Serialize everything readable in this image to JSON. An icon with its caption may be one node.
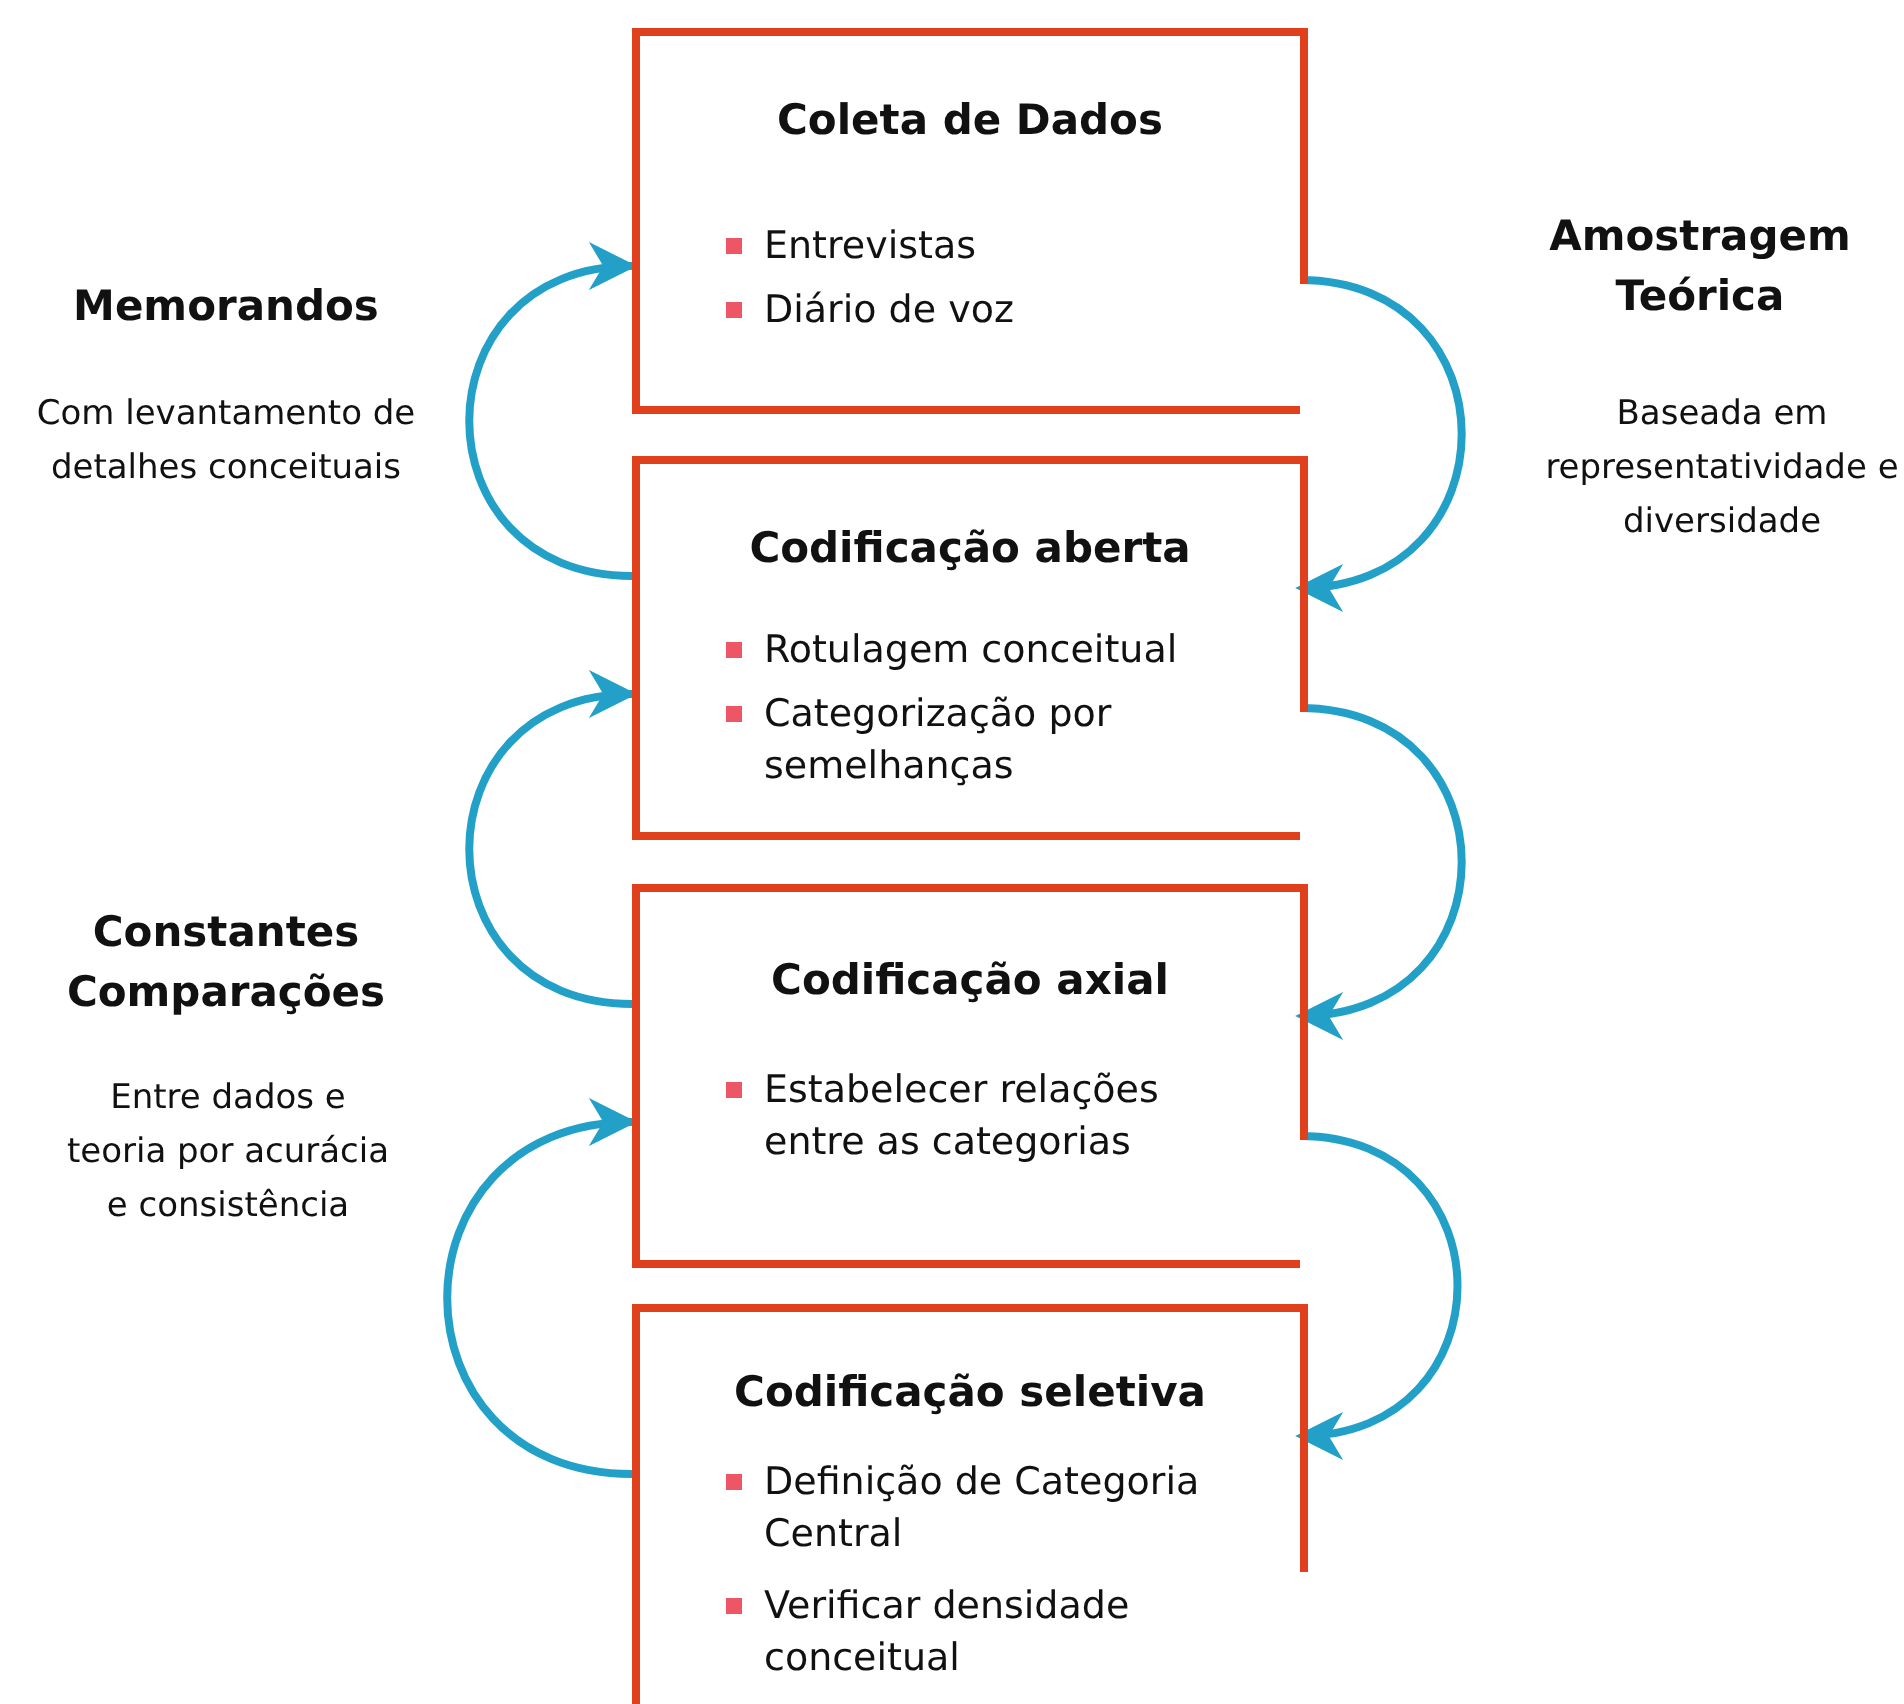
{
  "diagram": {
    "nodes": [
      {
        "text": [
          "Coleta de Dados",
          "Entrevistas",
          "Diário de voz"
        ]
      },
      {
        "text": [
          "Codificação aberta",
          "Rotulagem conceitual",
          "Categorização por semelhanças"
        ]
      },
      {
        "text": [
          "Codificação axial",
          "Estabelecer relações entre as categorias"
        ]
      },
      {
        "text": [
          "Codificação seletiva",
          "Definição de Categoria Central",
          "Verificar densidade conceitual"
        ]
      }
    ],
    "edges": [
      {
        "from": 1,
        "to": 0,
        "arrow": "to"
      },
      {
        "from": 0,
        "to": 1,
        "arrow": "to"
      },
      {
        "from": 2,
        "to": 1,
        "arrow": "to"
      },
      {
        "from": 1,
        "to": 2,
        "arrow": "to"
      },
      {
        "from": 3,
        "to": 2,
        "arrow": "to"
      },
      {
        "from": 2,
        "to": 3,
        "arrow": "to"
      }
    ],
    "labels": [
      "Memorandos",
      "Amostragem Teórica",
      "Com levantamento de detalhes conceituais",
      "Baseada em representatividade e diversidade",
      "Constantes Comparações",
      "Entre dados e teoria por acurácia e consistência"
    ]
  }
}
